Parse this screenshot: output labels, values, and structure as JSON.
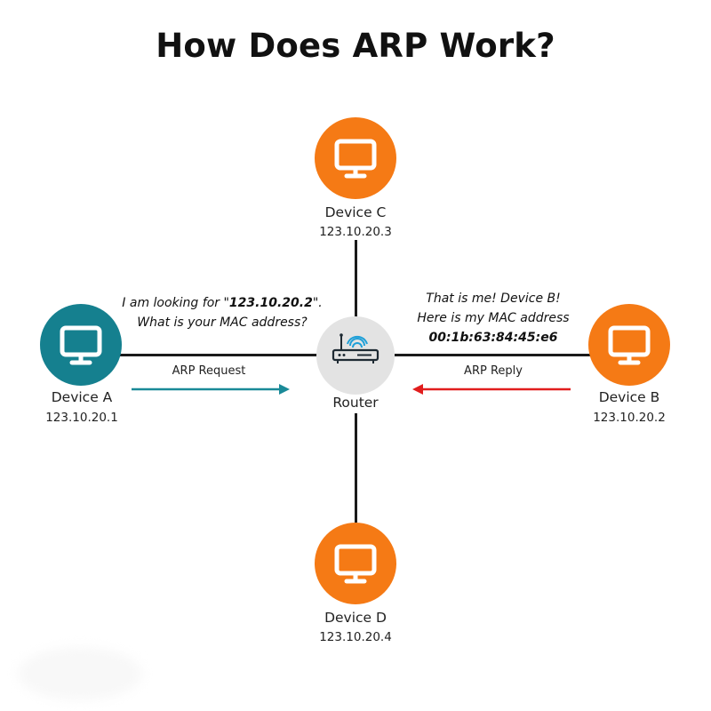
{
  "title": "How Does ARP Work?",
  "colors": {
    "orange": "#f57a15",
    "teal": "#15808f",
    "router_bg": "#e3e3e3",
    "request_arrow": "#1a8a98",
    "reply_arrow": "#e11d1d"
  },
  "devices": {
    "a": {
      "name": "Device A",
      "ip": "123.10.20.1",
      "icon": "monitor-icon"
    },
    "b": {
      "name": "Device B",
      "ip": "123.10.20.2",
      "icon": "monitor-icon"
    },
    "c": {
      "name": "Device C",
      "ip": "123.10.20.3",
      "icon": "monitor-icon"
    },
    "d": {
      "name": "Device D",
      "ip": "123.10.20.4",
      "icon": "monitor-icon"
    }
  },
  "router": {
    "name": "Router",
    "icon": "router-wifi-icon"
  },
  "request": {
    "line1_prefix": "I am looking for \"",
    "line1_ip": "123.10.20.2",
    "line1_suffix": "\".",
    "line2": "What is your MAC address?",
    "arrow_label": "ARP Request"
  },
  "reply": {
    "line1": "That is me! Device B!",
    "line2": "Here is my MAC address",
    "mac": "00:1b:63:84:45:e6",
    "arrow_label": "ARP Reply"
  }
}
